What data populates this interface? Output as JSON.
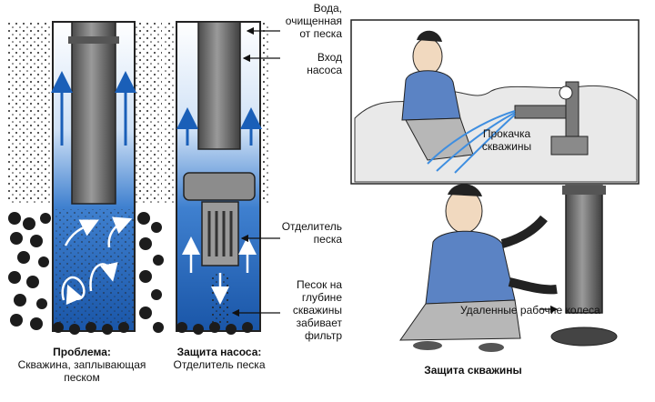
{
  "labels": {
    "clean_water": [
      "Вода,",
      "очищенная",
      "от песка"
    ],
    "pump_inlet": [
      "Вход",
      "насоса"
    ],
    "sand_separator": [
      "Отделитель",
      "песка"
    ],
    "sand_at_depth": [
      "Песок на",
      "глубине",
      "скважины",
      "забивает",
      "фильтр"
    ],
    "well_flushing": [
      "Прокачка",
      "скважины"
    ],
    "removed_impellers": "Удаленные рабочие колеса"
  },
  "captions": {
    "problem": {
      "title": "Проблема:",
      "lines": [
        "Скважина, заплывающая",
        "песком"
      ]
    },
    "pump_protection": {
      "title": "Защита насоса:",
      "lines": [
        "Отделитель песка"
      ]
    },
    "well_protection": {
      "title": "Защита скважины"
    }
  },
  "colors": {
    "water": "#1f63b8",
    "water_light": "#7fb2e8",
    "gravel": "#1c1c1c",
    "pipe": "#6d6d6d",
    "shirt": "#5b83c4"
  }
}
